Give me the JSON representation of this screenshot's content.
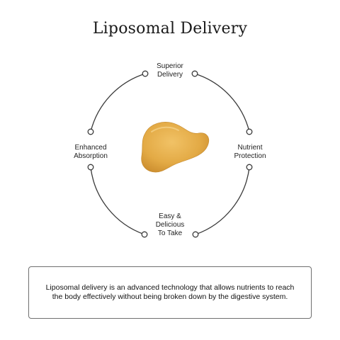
{
  "header": {
    "title": "Liposomal Delivery"
  },
  "diagram": {
    "benefits": {
      "top": [
        "Superior",
        "Delivery"
      ],
      "left": [
        "Enhanced",
        "Absorption"
      ],
      "right": [
        "Nutrient",
        "Protection"
      ],
      "bottom": [
        "Easy &",
        "Delicious",
        "To Take"
      ]
    },
    "colors": {
      "circle_stroke": "#3a3a3a",
      "gummy_fill": "#e3aa45",
      "gummy_shade": "#c98a2c"
    }
  },
  "info": {
    "text": "Liposomal delivery is an advanced technology that allows nutrients to reach the body effectively without being broken down by the digestive system."
  }
}
